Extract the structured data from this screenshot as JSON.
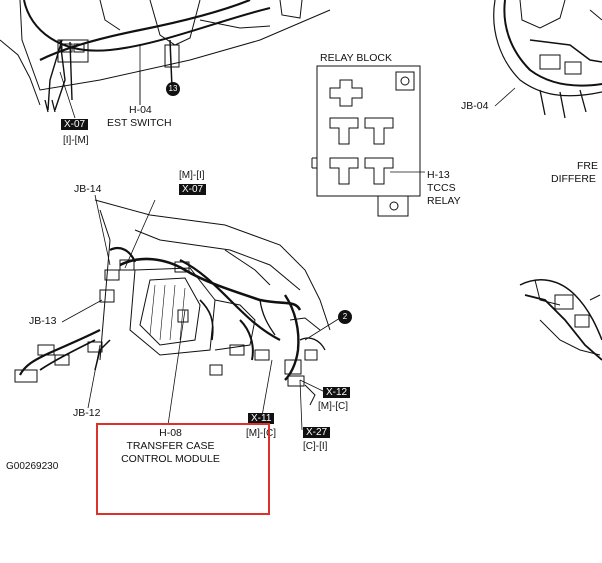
{
  "labels": {
    "h04_code": "H-04",
    "h04_name": "EST SWITCH",
    "x07_top": "X-07",
    "x07_top_conn": "[I]-[M]",
    "jb04": "JB-04",
    "relay_block": "RELAY BLOCK",
    "h13_code": "H-13",
    "h13_name1": "TCCS",
    "h13_name2": "RELAY",
    "fre": "FRE",
    "differe": "DIFFERE",
    "x07_mid_conn": "[M]-[I]",
    "x07_mid": "X-07",
    "jb14": "JB-14",
    "jb13": "JB-13",
    "jb12": "JB-12",
    "h08_code": "H-08",
    "h08_name1": "TRANSFER CASE",
    "h08_name2": "CONTROL MODULE",
    "x12": "X-12",
    "x12_conn": "[M]-[C]",
    "x11": "X-11",
    "x11_conn": "[M]-[C]",
    "x27": "X-27",
    "x27_conn": "[C]-[I]",
    "figure_id": "G00269230",
    "circle_13": "13",
    "circle_2": "2"
  },
  "colors": {
    "line": "#111111",
    "highlight": "#d9342b",
    "background": "#ffffff"
  }
}
